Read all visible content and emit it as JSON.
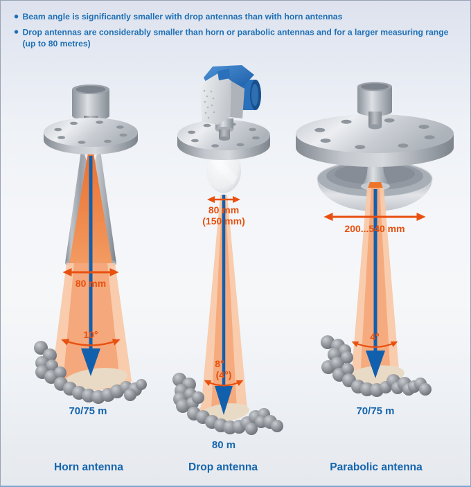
{
  "bullets": {
    "b1": "Beam angle is significantly smaller with drop antennas than with horn antennas",
    "b2_line1": "Drop antennas are considerably smaller than horn or parabolic antennas and for a larger measuring range",
    "b2_line2": "(up to 80 metres)"
  },
  "horn": {
    "name": "Horn antenna",
    "width_label": "80 mm",
    "angle_label": "10°",
    "range_label": "70/75 m"
  },
  "drop": {
    "name": "Drop antenna",
    "width_label": "80 mm",
    "width_alt_label": "(150 mm)",
    "angle_label": "8°",
    "angle_alt_label": "(4°)",
    "range_label": "80 m"
  },
  "parabolic": {
    "name": "Parabolic antenna",
    "width_label": "200...540 mm",
    "angle_label": "4°",
    "range_label": "70/75 m"
  },
  "colors": {
    "accent_orange": "#e8500f",
    "accent_blue": "#1160ae",
    "text_blue": "#1d6fb5",
    "beam_outer": "#f8c9a9",
    "beam_inner": "#f4a476"
  }
}
